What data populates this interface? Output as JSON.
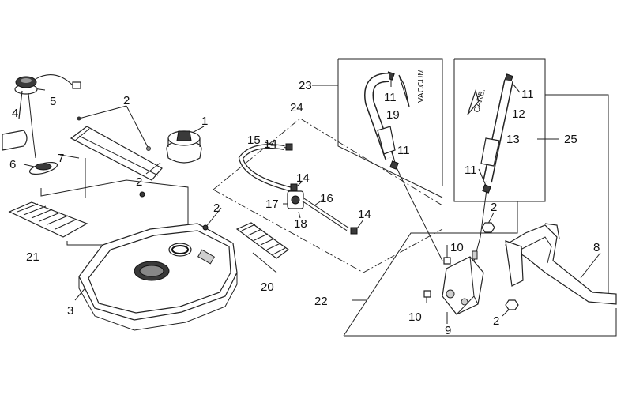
{
  "callouts": {
    "c1": "1",
    "c2a": "2",
    "c2b": "2",
    "c2c": "2",
    "c2d": "2",
    "c2e": "2",
    "c3": "3",
    "c4": "4",
    "c5": "5",
    "c6": "6",
    "c7": "7",
    "c8": "8",
    "c9": "9",
    "c10a": "10",
    "c10b": "10",
    "c11a": "11",
    "c11b": "11",
    "c11c": "11",
    "c11d": "11",
    "c12": "12",
    "c13": "13",
    "c14a": "14",
    "c14b": "14",
    "c14c": "14",
    "c15": "15",
    "c16": "16",
    "c17": "17",
    "c18": "18",
    "c19": "19",
    "c20": "20",
    "c21": "21",
    "c22": "22",
    "c23": "23",
    "c24": "24",
    "c25": "25"
  },
  "hose_labels": {
    "vacuum": "VACCUM",
    "carb": "CARB."
  }
}
